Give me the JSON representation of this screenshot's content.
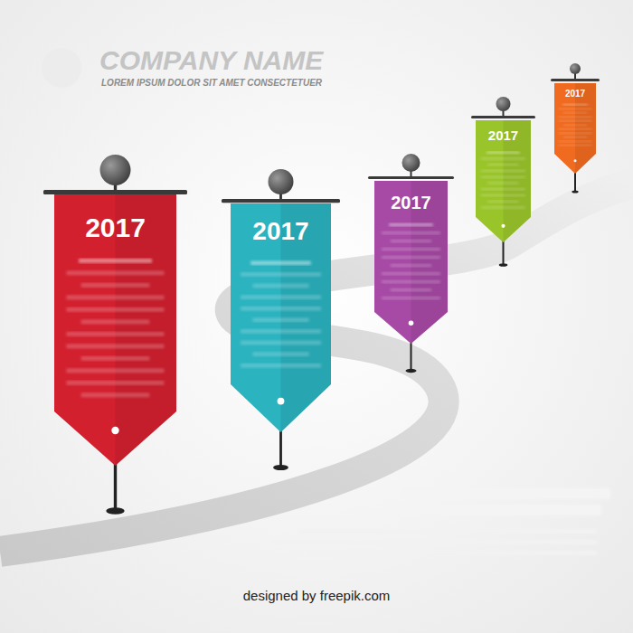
{
  "diagram": {
    "title": "COMPANY NAME",
    "nodes": [
      {
        "text": [
          "2017"
        ]
      },
      {
        "text": [
          "2017"
        ]
      },
      {
        "text": [
          "2017"
        ]
      },
      {
        "text": [
          "2017"
        ]
      },
      {
        "text": [
          "2017"
        ]
      }
    ],
    "labels": [
      "LOREM IPSUM DOLOR SIT AMET CONSECTETUER",
      "designed by freepik.com"
    ]
  }
}
